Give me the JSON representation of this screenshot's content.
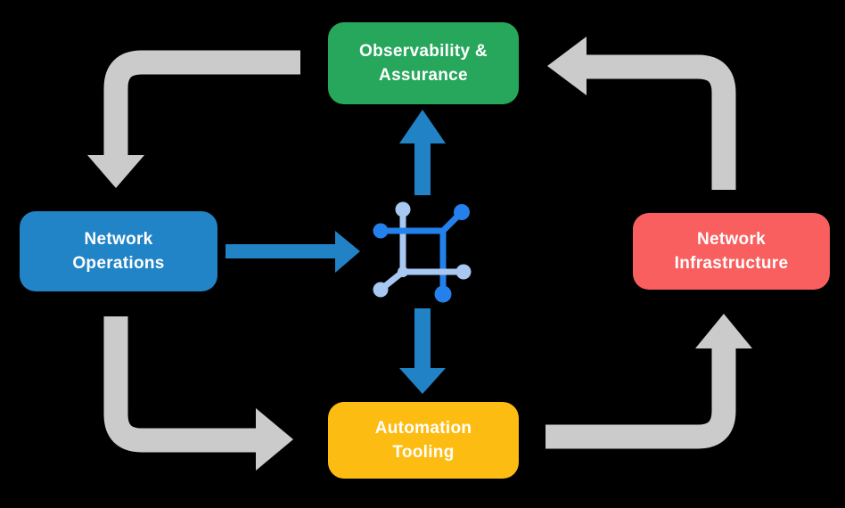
{
  "canvas": {
    "background": "#000000"
  },
  "colors": {
    "cycle_arrow": "#CBCBCB",
    "flow_arrow": "#2183C6",
    "icon_dark": "#2480EA",
    "icon_light": "#A8C8F2",
    "node_text": "#FFFFFF"
  },
  "nodes": {
    "observability": {
      "label": "Observability &\nAssurance",
      "color": "#27A75C"
    },
    "network_operations": {
      "label": "Network\nOperations",
      "color": "#2184C6"
    },
    "network_infrastructure": {
      "label": "Network\nInfrastructure",
      "color": "#F95F5F"
    },
    "automation_tooling": {
      "label": "Automation\nTooling",
      "color": "#FDBC11"
    }
  },
  "center_icon": {
    "name": "network-mesh-icon"
  },
  "edges": [
    {
      "from": "observability",
      "to": "network_operations",
      "style": "cycle"
    },
    {
      "from": "network_operations",
      "to": "automation_tooling",
      "style": "cycle"
    },
    {
      "from": "automation_tooling",
      "to": "network_infrastructure",
      "style": "cycle"
    },
    {
      "from": "network_infrastructure",
      "to": "observability",
      "style": "cycle"
    },
    {
      "from": "network_operations",
      "to": "center_icon",
      "style": "flow"
    },
    {
      "from": "center_icon",
      "to": "observability",
      "style": "flow"
    },
    {
      "from": "center_icon",
      "to": "automation_tooling",
      "style": "flow"
    }
  ]
}
